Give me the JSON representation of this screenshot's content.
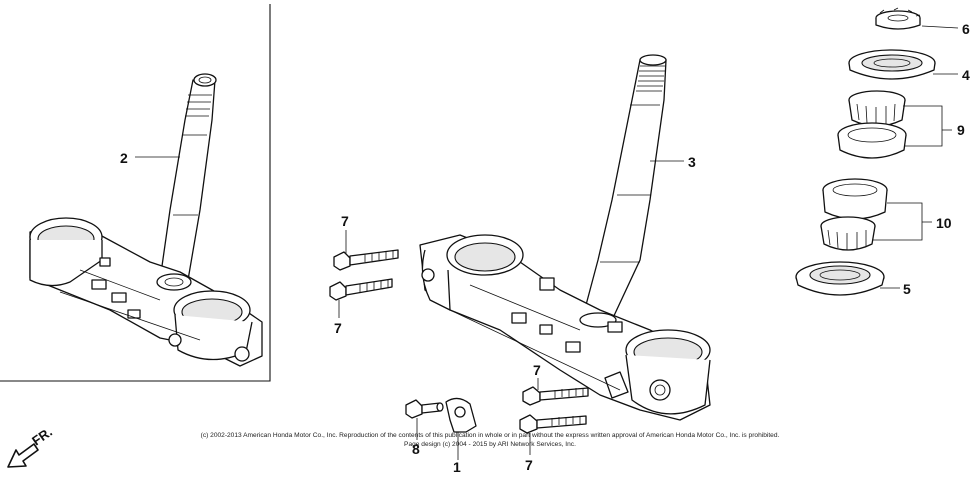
{
  "diagram": {
    "callouts": [
      {
        "id": "c1",
        "label": "1"
      },
      {
        "id": "c2",
        "label": "2"
      },
      {
        "id": "c3",
        "label": "3"
      },
      {
        "id": "c4",
        "label": "4"
      },
      {
        "id": "c5",
        "label": "5"
      },
      {
        "id": "c6",
        "label": "6"
      },
      {
        "id": "c7a",
        "label": "7"
      },
      {
        "id": "c7b",
        "label": "7"
      },
      {
        "id": "c7c",
        "label": "7"
      },
      {
        "id": "c7d",
        "label": "7"
      },
      {
        "id": "c8",
        "label": "8"
      },
      {
        "id": "c9",
        "label": "9"
      },
      {
        "id": "c10",
        "label": "10"
      }
    ],
    "front_arrow_label": "FR.",
    "copyright_line1": "(c) 2002-2013 American Honda Motor Co., Inc. Reproduction of the contents of this publication in whole or in part without the express written approval of American Honda Motor Co., Inc. is prohibited.",
    "copyright_line2": "Page design (c) 2004 - 2015 by ARI Network Services, Inc."
  }
}
